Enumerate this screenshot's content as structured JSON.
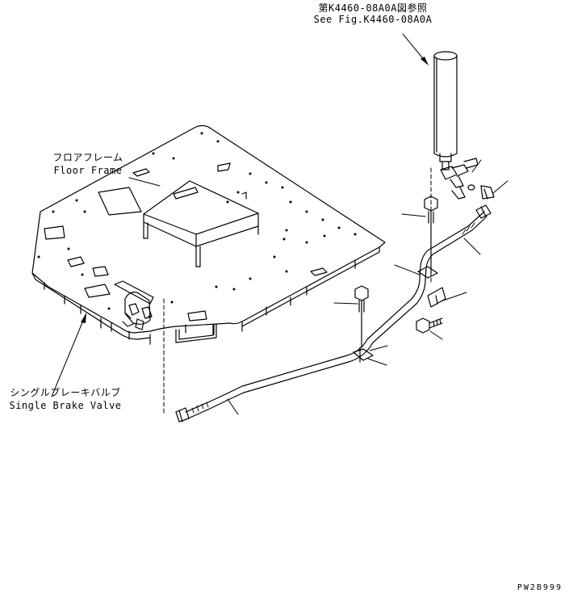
{
  "labels": {
    "reference_jp": "第K4460-08A0A図参照",
    "reference_en": "See Fig.K4460-08A0A",
    "floor_frame_jp": "フロアフレーム",
    "floor_frame_en": "Floor Frame",
    "brake_valve_jp": "シングルブレーキバルブ",
    "brake_valve_en": "Single Brake Valve"
  },
  "drawing_code": "PW2B999",
  "colors": {
    "line": "#000000",
    "background": "#ffffff"
  }
}
